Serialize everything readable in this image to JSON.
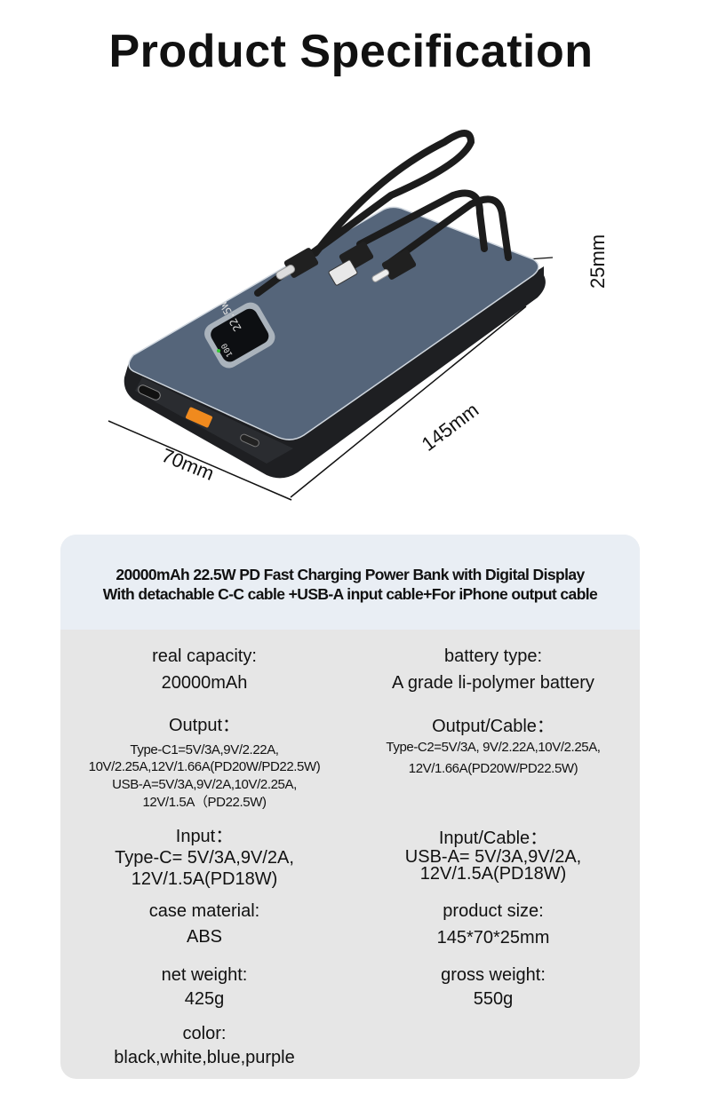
{
  "title": "Product Specification",
  "product_image": {
    "display_text_top": "22.5W",
    "display_text_bottom": "100",
    "dimensions": {
      "length": "145mm",
      "width": "70mm",
      "height": "25mm"
    },
    "colors": {
      "body": "#4f5f72",
      "cable": "#1c1c1c",
      "usb_port": "#f08a1e"
    }
  },
  "spec_card": {
    "headline_line1": "20000mAh  22.5W PD Fast Charging Power Bank with Digital Display",
    "headline_line2": "With  detachable C-C cable +USB-A input cable+For iPhone output cable",
    "left": {
      "capacity_label": "real capacity:",
      "capacity_value": "20000mAh",
      "output_label": "Output：",
      "output_lines": [
        "Type-C1=5V/3A,9V/2.22A,",
        "10V/2.25A,12V/1.66A(PD20W/PD22.5W)",
        "USB-A=5V/3A,9V/2A,10V/2.25A,",
        "12V/1.5A（PD22.5W)"
      ],
      "input_label": "Input：",
      "input_lines": [
        "Type-C= 5V/3A,9V/2A,",
        "12V/1.5A(PD18W)"
      ],
      "case_label": "case material:",
      "case_value": "ABS",
      "net_weight_label": "net weight:",
      "net_weight_value": "425g",
      "color_label": "color:",
      "color_value": "black,white,blue,purple"
    },
    "right": {
      "battery_label": "battery type:",
      "battery_value": "A grade li-polymer battery",
      "output_cable_label": "Output/Cable：",
      "output_cable_lines": [
        "Type-C2=5V/3A,  9V/2.22A,10V/2.25A,",
        "12V/1.66A(PD20W/PD22.5W)"
      ],
      "input_cable_label": "Input/Cable：",
      "input_cable_lines": [
        "USB-A= 5V/3A,9V/2A,",
        "12V/1.5A(PD18W)"
      ],
      "size_label": "product size:",
      "size_value": "145*70*25mm",
      "gross_weight_label": "gross weight:",
      "gross_weight_value": "550g"
    }
  }
}
